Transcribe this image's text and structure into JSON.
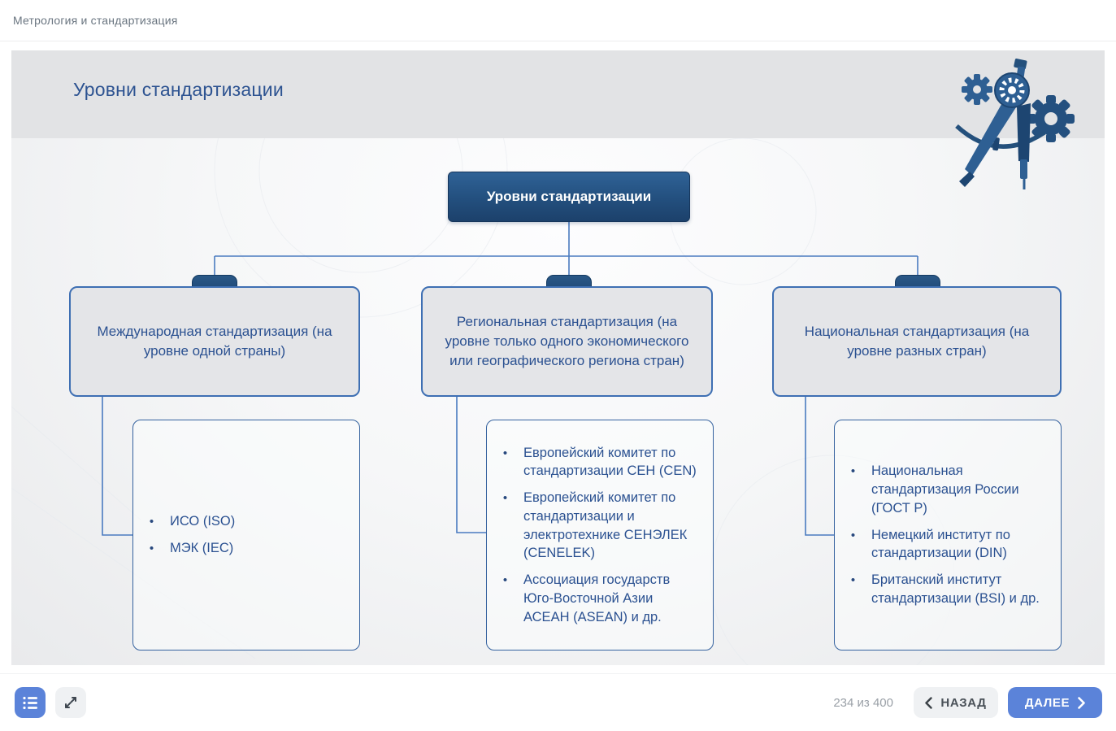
{
  "header": {
    "title": "Метрология и стандартизация"
  },
  "slide": {
    "title": "Уровни стандартизации",
    "diagram": {
      "root_label": "Уровни стандартизации",
      "branches": [
        {
          "label": "Международная стандартизация (на уровне одной страны)",
          "items": [
            "ИСО (ISO)",
            "МЭК (IEC)"
          ]
        },
        {
          "label": "Региональная стандартизация (на уровне только одного экономического или географического региона стран)",
          "items": [
            "Европейский комитет по стандартизации СЕН (CEN)",
            "Европейский комитет по стандартизации и электротехнике СЕНЭЛЕК (CENELEK)",
            "Ассоциация государств Юго-Восточной Азии АСЕАН (ASEAN) и др."
          ]
        },
        {
          "label": "Национальная стандартизация (на уровне разных стран)",
          "items": [
            "Национальная стандартизация России (ГОСТ Р)",
            "Немецкий институт по стандартизации (DIN)",
            "Британский институт стандартизации (BSI) и др."
          ]
        }
      ]
    },
    "decorations": [
      "compass-gears-illustration"
    ]
  },
  "footer": {
    "page_indicator": "234 из 400",
    "back_label": "НАЗАД",
    "next_label": "ДАЛЕЕ",
    "icons": [
      "list-menu-icon",
      "expand-icon",
      "chevron-left-icon",
      "chevron-right-icon"
    ]
  },
  "colors": {
    "accent": "#5b83d9",
    "band": "#e2e3e5",
    "gray-box": "#e4e5e8",
    "box-border": "#3e6fb3",
    "text-blue": "#2b5191",
    "text-blue-dark": "#2d5391",
    "navy": "#2e5f93",
    "navy-dark": "#1d4571",
    "line": "#4a7bc0"
  }
}
